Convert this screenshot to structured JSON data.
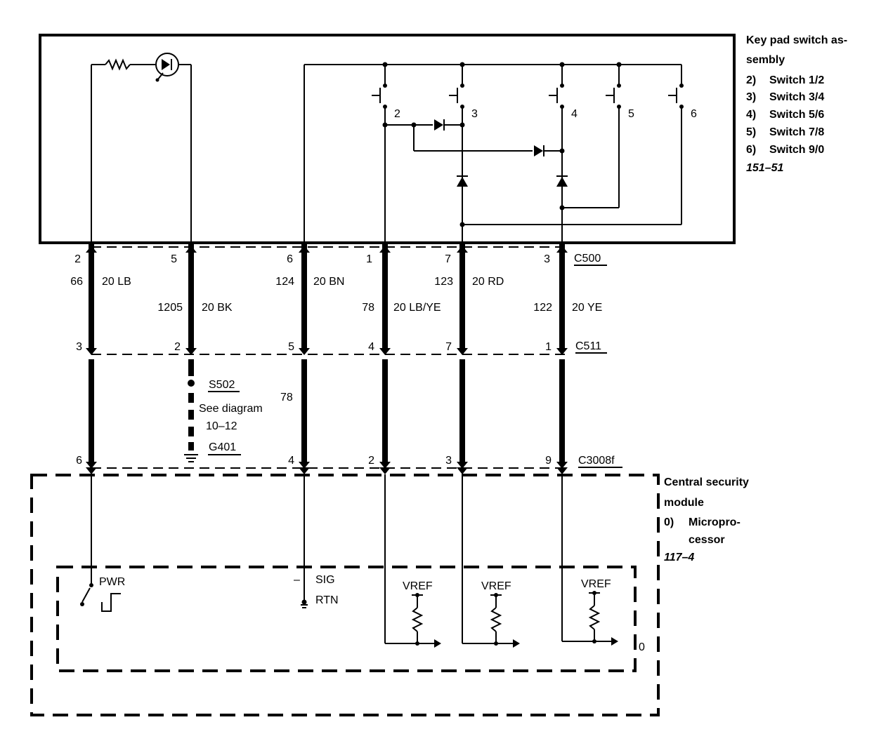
{
  "keypad": {
    "title_line1": "Key pad switch as-",
    "title_line2": "sembly",
    "items": [
      {
        "num": "2)",
        "label": "Switch 1/2"
      },
      {
        "num": "3)",
        "label": "Switch 3/4"
      },
      {
        "num": "4)",
        "label": "Switch 5/6"
      },
      {
        "num": "5)",
        "label": "Switch 7/8"
      },
      {
        "num": "6)",
        "label": "Switch 9/0"
      }
    ],
    "ref": "151–51",
    "switch_numbers": [
      "2",
      "3",
      "4",
      "5",
      "6"
    ]
  },
  "connectors": {
    "c500": "C500",
    "c511": "C511",
    "c3008": "C3008f"
  },
  "wires": [
    {
      "c500_pin": "2",
      "circuit": "66",
      "color": "20 LB",
      "c511_pin": "3",
      "c3008_pin": "6"
    },
    {
      "c500_pin": "5",
      "circuit": "1205",
      "color": "20 BK",
      "c511_pin": "2",
      "c3008_pin": ""
    },
    {
      "c500_pin": "6",
      "circuit": "124",
      "color": "20 BN",
      "c511_pin": "5",
      "c3008_pin": "4"
    },
    {
      "c500_pin": "1",
      "circuit": "78",
      "color": "20 LB/YE",
      "c511_pin": "4",
      "c3008_pin": "2"
    },
    {
      "c500_pin": "7",
      "circuit": "123",
      "color": "20 RD",
      "c511_pin": "7",
      "c3008_pin": "3"
    },
    {
      "c500_pin": "3",
      "circuit": "122",
      "color": "20 YE",
      "c511_pin": "1",
      "c3008_pin": "9"
    }
  ],
  "splice": {
    "s502": "S502",
    "see1": "See diagram",
    "see2": "10–12",
    "circuit": "78",
    "g401": "G401"
  },
  "module": {
    "title_line1": "Central security",
    "title_line2": "module",
    "item_num": "0)",
    "item_line1": "Micropro-",
    "item_line2": "cessor",
    "ref": "117–4",
    "pwr": "PWR",
    "sig": "SIG",
    "rtn": "RTN",
    "minus": "–",
    "vref": [
      "VREF",
      "VREF",
      "VREF"
    ],
    "inner_num": "0"
  }
}
